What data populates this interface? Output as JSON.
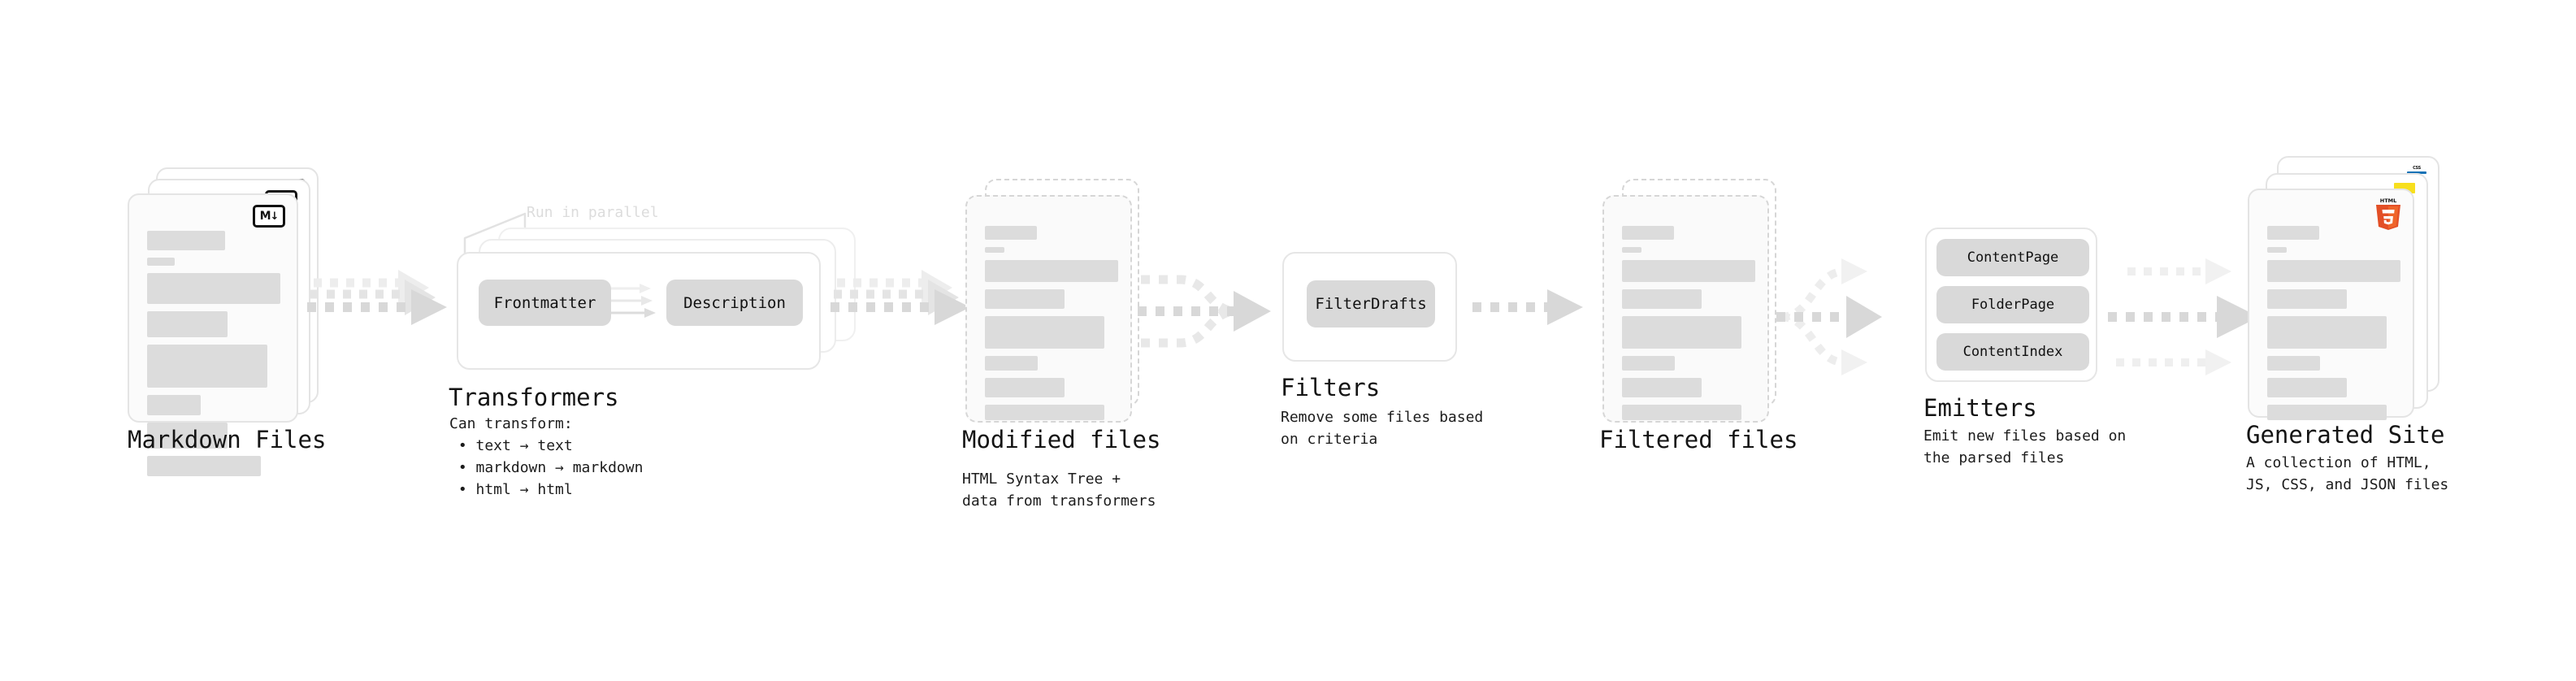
{
  "diagram": {
    "type": "pipeline-flow",
    "background": "#ffffff",
    "accents": {
      "skeleton_bar": "#dcdcdc",
      "card_border": "#e4e4e4",
      "dashed_border": "#d6d6d6",
      "pill_fill": "#d9d9d9",
      "arrow": "#d8d8d8",
      "text": "#141414",
      "muted_text": "#dcdcdc",
      "html5_orange": "#e34f26",
      "html5_orange_light": "#ef652a",
      "js_yellow": "#f7df1e",
      "css_blue": "#1572b6"
    }
  },
  "stages": [
    {
      "id": "markdown-files",
      "title": "Markdown Files",
      "description": "",
      "icon": "markdown-icon",
      "icon_label": "M",
      "stacked": true,
      "stack_count": 3
    },
    {
      "id": "transformers",
      "title": "Transformers",
      "description": "Can transform:\n • text → text\n • markdown → markdown\n • html → html",
      "annotation": "Run in parallel",
      "stacked": true,
      "stack_count": 3,
      "nodes": [
        "Frontmatter",
        "Description"
      ]
    },
    {
      "id": "modified-files",
      "title": "Modified files",
      "description": "HTML Syntax Tree +\ndata from transformers",
      "stacked": true,
      "stack_count": 2,
      "dashed": true
    },
    {
      "id": "filters",
      "title": "Filters",
      "description": "Remove some files based\non criteria",
      "nodes": [
        "FilterDrafts"
      ]
    },
    {
      "id": "filtered-files",
      "title": "Filtered files",
      "description": "",
      "stacked": true,
      "stack_count": 2,
      "dashed": true
    },
    {
      "id": "emitters",
      "title": "Emitters",
      "description": "Emit new files based on\nthe parsed files",
      "nodes": [
        "ContentPage",
        "FolderPage",
        "ContentIndex"
      ]
    },
    {
      "id": "generated-site",
      "title": "Generated Site",
      "description": "A collection of HTML,\nJS, CSS, and JSON files",
      "stacked": true,
      "stack_count": 3,
      "icons": [
        "html5-icon",
        "js-icon",
        "css-icon"
      ],
      "icon_labels": {
        "html5_top": "HTML",
        "html5_num": "5",
        "css": "CSS"
      }
    }
  ],
  "connectors": [
    {
      "id": "md-to-transformers",
      "kind": "stacked-dashed-arrow"
    },
    {
      "id": "transformers-to-modified",
      "kind": "stacked-dashed-arrow"
    },
    {
      "id": "modified-to-filters",
      "kind": "merge-dashed-arrow"
    },
    {
      "id": "filters-to-filtered",
      "kind": "dashed-arrow"
    },
    {
      "id": "filtered-to-emitters",
      "kind": "fanout-dashed-arrow"
    },
    {
      "id": "emitters-to-site",
      "kind": "triple-dashed-arrow"
    }
  ],
  "skeleton_rows": [
    {
      "w": 96,
      "h": 24
    },
    {
      "w": 34,
      "h": 10
    },
    {
      "w": 190,
      "h": 38
    },
    {
      "w": 116,
      "h": 32
    },
    {
      "w": 165,
      "h": 54
    },
    {
      "w": 80,
      "h": 25
    },
    {
      "w": 115,
      "h": 32
    },
    {
      "w": 162,
      "h": 25
    }
  ]
}
